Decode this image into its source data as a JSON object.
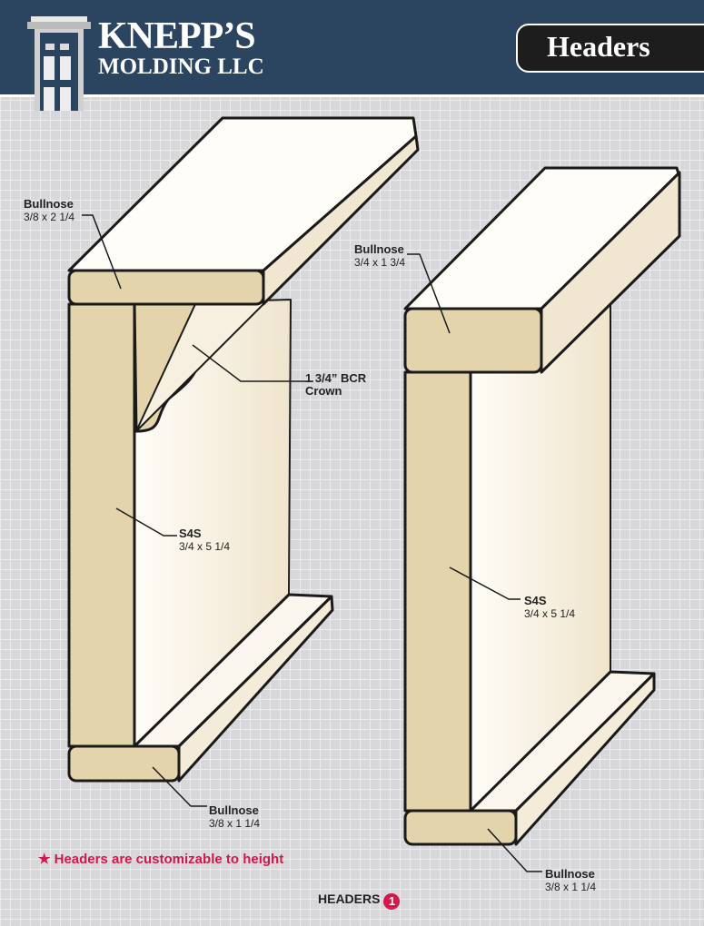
{
  "brand": {
    "line1": "KNEPP’S",
    "line2": "MOLDING LLC"
  },
  "section_title": "Headers",
  "left_unit": {
    "top_label": {
      "name": "Bullnose",
      "size": "3/8 x 2 1/4"
    },
    "crown_label": {
      "name": "1 3/4” BCR",
      "size": "Crown"
    },
    "side_label": {
      "name": "S4S",
      "size": "3/4 x 5 1/4"
    },
    "bottom_label": {
      "name": "Bullnose",
      "size": "3/8 x 1 1/4"
    }
  },
  "right_unit": {
    "top_label": {
      "name": "Bullnose",
      "size": "3/4 x 1 3/4"
    },
    "side_label": {
      "name": "S4S",
      "size": "3/4 x 5 1/4"
    },
    "bottom_label": {
      "name": "Bullnose",
      "size": "3/8 x 1 1/4"
    }
  },
  "note": "★ Headers are customizable to height",
  "footer": {
    "label": "HEADERS",
    "page": "1"
  },
  "colors": {
    "navy": "#2b4560",
    "wood": "#e3d4ab",
    "accent": "#d4174c"
  }
}
